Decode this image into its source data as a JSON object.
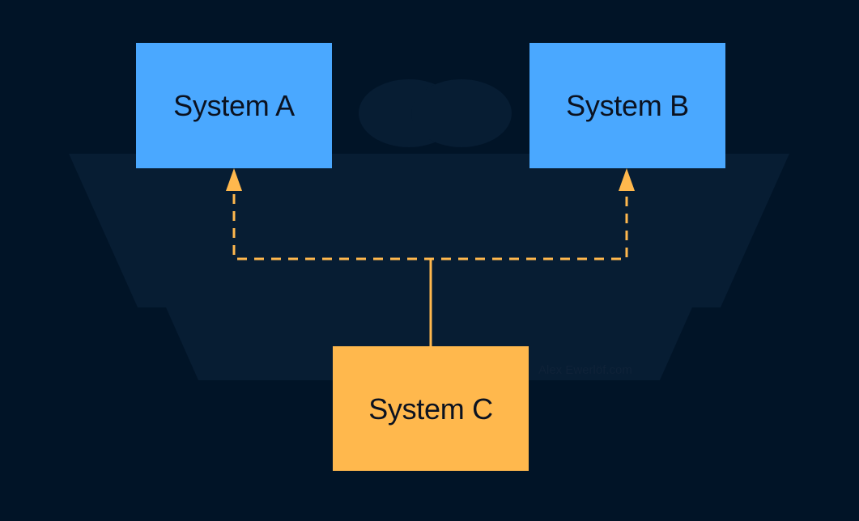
{
  "diagram": {
    "nodes": {
      "a": {
        "label": "System A",
        "color": "#4aa8ff"
      },
      "b": {
        "label": "System B",
        "color": "#4aa8ff"
      },
      "c": {
        "label": "System C",
        "color": "#ffb84d"
      }
    },
    "connector_color": "#ffb84d",
    "background": "#011427",
    "watermark": {
      "text": "Alex Ewerlöf.com",
      "color": "#0f2238"
    }
  }
}
